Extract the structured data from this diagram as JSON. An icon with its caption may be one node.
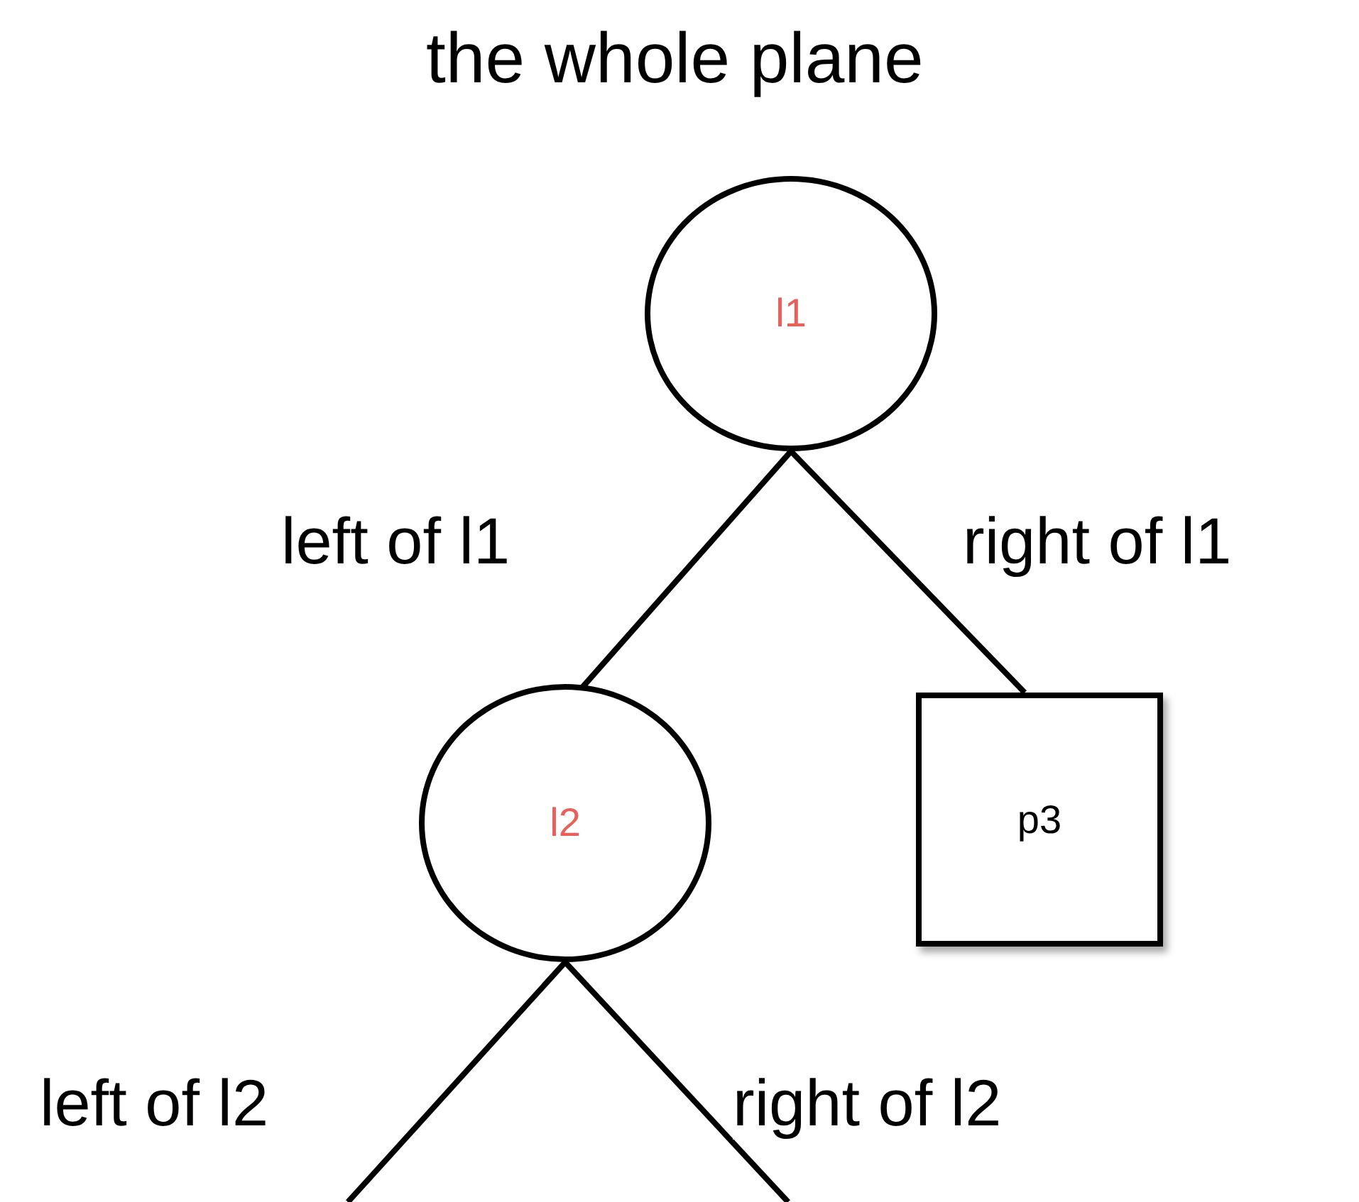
{
  "diagram": {
    "title": "the whole plane",
    "nodes": [
      {
        "text": [
          "l1"
        ]
      },
      {
        "text": [
          "l2"
        ]
      },
      {
        "text": [
          "p3"
        ]
      }
    ],
    "edges": [
      {
        "from": 0,
        "to": 1,
        "arrow": "none",
        "label": "left of l1"
      },
      {
        "from": 0,
        "to": 2,
        "arrow": "none",
        "label": "right of l1"
      },
      {
        "from": 1,
        "to": null,
        "arrow": "none",
        "label": "left of l2"
      },
      {
        "from": 1,
        "to": null,
        "arrow": "none",
        "label": "right of l2"
      }
    ]
  }
}
